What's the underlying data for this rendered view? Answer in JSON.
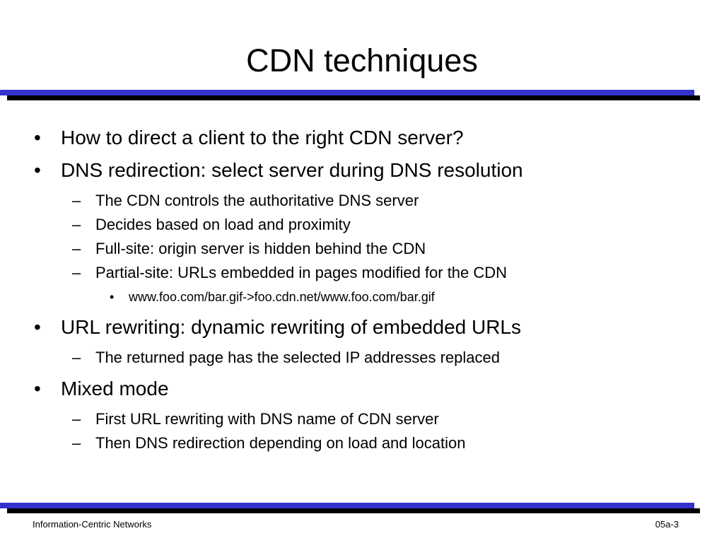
{
  "slide": {
    "title": "CDN techniques",
    "accent_blue": "#3333CC",
    "accent_black": "#000000",
    "background": "#FFFFFF"
  },
  "markers": {
    "level1": "•",
    "level2": "–",
    "level3": "•"
  },
  "content": {
    "items": [
      {
        "level": 1,
        "text": "How to direct a client to the right CDN server?"
      },
      {
        "level": 1,
        "text": "DNS redirection: select server during DNS resolution"
      },
      {
        "level": 2,
        "text": "The CDN controls the authoritative DNS server"
      },
      {
        "level": 2,
        "text": "Decides based on load and proximity"
      },
      {
        "level": 2,
        "text": "Full-site: origin server is hidden behind the CDN"
      },
      {
        "level": 2,
        "text": "Partial-site: URLs embedded in pages modified for the CDN"
      },
      {
        "level": 3,
        "text": "www.foo.com/bar.gif->foo.cdn.net/www.foo.com/bar.gif"
      },
      {
        "level": 1,
        "text": "URL rewriting: dynamic rewriting of embedded URLs"
      },
      {
        "level": 2,
        "text": "The returned page has the selected IP addresses replaced"
      },
      {
        "level": 1,
        "text": "Mixed mode"
      },
      {
        "level": 2,
        "text": "First URL rewriting with DNS name of CDN server"
      },
      {
        "level": 2,
        "text": "Then DNS redirection depending on load and location"
      }
    ]
  },
  "footer": {
    "left": "Information-Centric Networks",
    "right": "05a-3"
  }
}
